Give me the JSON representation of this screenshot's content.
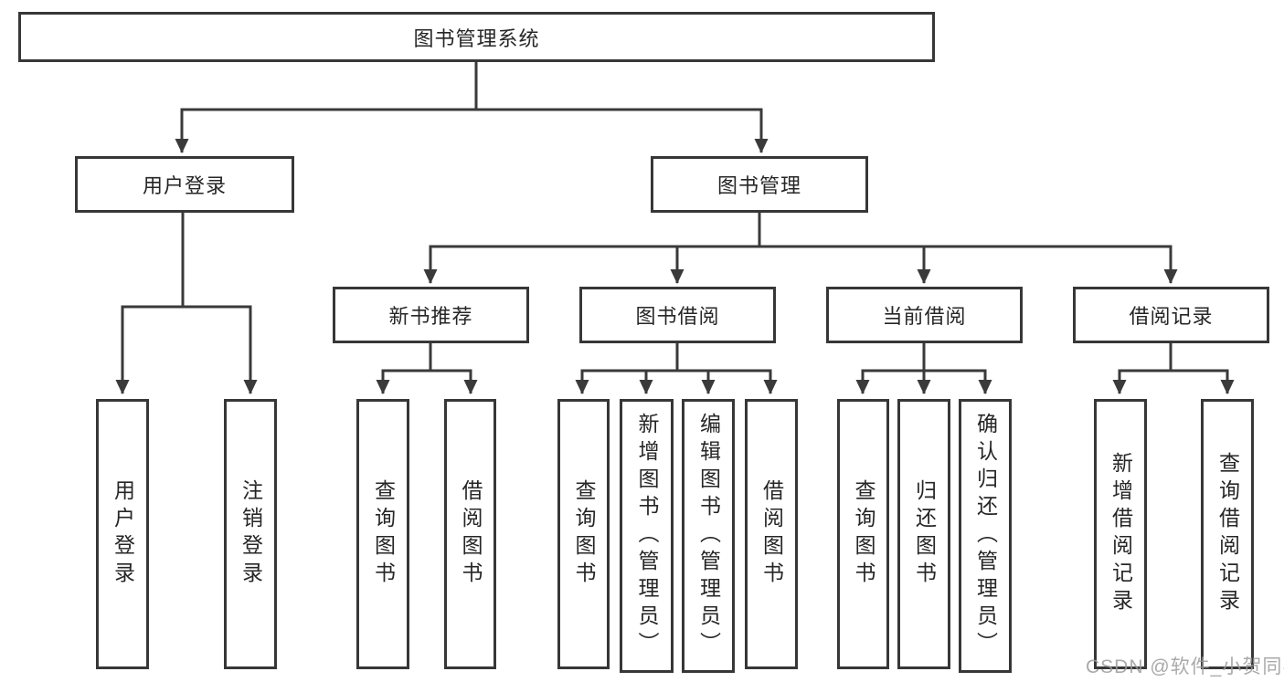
{
  "nodes": {
    "root": {
      "label": "图书管理系统"
    },
    "user_login": {
      "label": "用户登录"
    },
    "book_mgmt": {
      "label": "图书管理"
    },
    "login": {
      "label": "用户登录"
    },
    "logout": {
      "label": "注销登录"
    },
    "new_book_rec": {
      "label": "新书推荐"
    },
    "book_borrow": {
      "label": "图书借阅"
    },
    "current_borrow": {
      "label": "当前借阅"
    },
    "borrow_record": {
      "label": "借阅记录"
    },
    "nbr_query": {
      "label": "查询图书"
    },
    "nbr_borrow": {
      "label": "借阅图书"
    },
    "bb_query": {
      "label": "查询图书"
    },
    "bb_add": {
      "label": "新增图书（管理员）"
    },
    "bb_edit": {
      "label": "编辑图书（管理员）"
    },
    "bb_borrow": {
      "label": "借阅图书"
    },
    "cb_query": {
      "label": "查询图书"
    },
    "cb_return": {
      "label": "归还图书"
    },
    "cb_confirm": {
      "label": "确认归还（管理员）"
    },
    "br_add": {
      "label": "新增借阅记录"
    },
    "br_query": {
      "label": "查询借阅记录"
    }
  },
  "hierarchy": {
    "root": [
      "user_login",
      "book_mgmt"
    ],
    "user_login": [
      "login",
      "logout"
    ],
    "book_mgmt": [
      "new_book_rec",
      "book_borrow",
      "current_borrow",
      "borrow_record"
    ],
    "new_book_rec": [
      "nbr_query",
      "nbr_borrow"
    ],
    "book_borrow": [
      "bb_query",
      "bb_add",
      "bb_edit",
      "bb_borrow"
    ],
    "current_borrow": [
      "cb_query",
      "cb_return",
      "cb_confirm"
    ],
    "borrow_record": [
      "br_add",
      "br_query"
    ]
  },
  "watermark": "CSDN @软件_小贺同学",
  "colors": {
    "line": "#3a3a3a",
    "border": "#373737",
    "text": "#262626",
    "watermark": "#9b9b9b",
    "background": "#ffffff"
  }
}
